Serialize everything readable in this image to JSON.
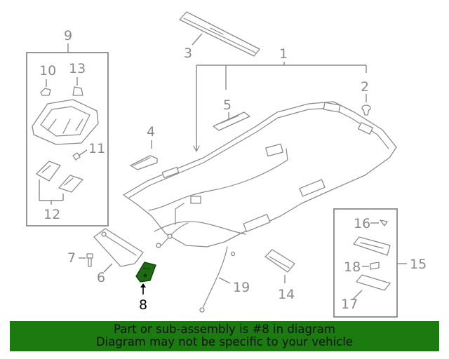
{
  "callouts": {
    "c1": "1",
    "c2": "2",
    "c3": "3",
    "c4": "4",
    "c5": "5",
    "c6": "6",
    "c7": "7",
    "c8": "8",
    "c9": "9",
    "c10": "10",
    "c11": "11",
    "c12": "12",
    "c13": "13",
    "c14": "14",
    "c15": "15",
    "c16": "16",
    "c17": "17",
    "c18": "18",
    "c19": "19"
  },
  "highlighted_part": "8",
  "colors": {
    "line_art": "#8a8a8a",
    "highlight_part": "#1f6b14",
    "banner_background": "#1b7a10",
    "banner_text": "#111111"
  },
  "banner": {
    "line1": "Part or sub-assembly is #8 in diagram",
    "line2": "Diagram may not be specific to your vehicle"
  }
}
